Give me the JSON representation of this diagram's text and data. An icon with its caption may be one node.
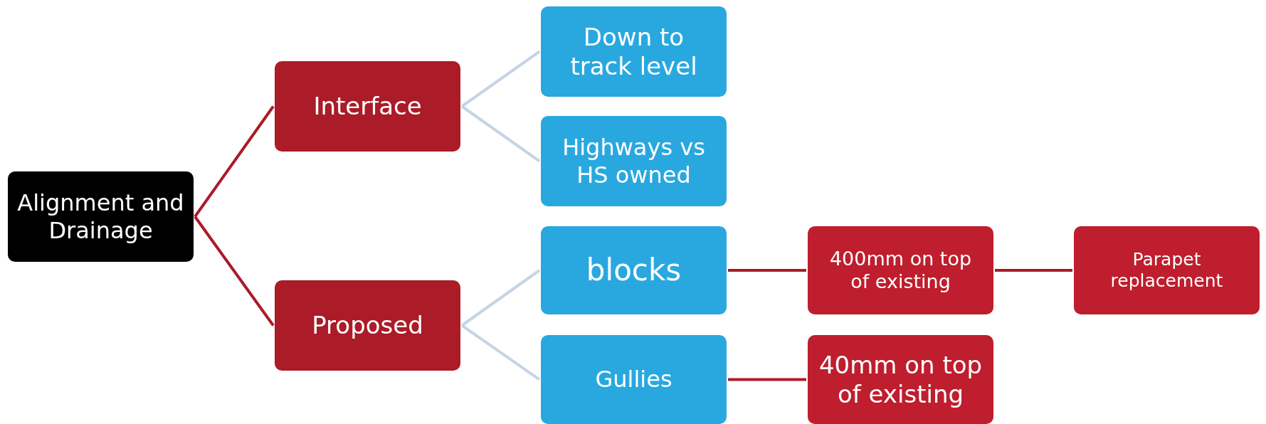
{
  "diagram": {
    "nodes": [
      {
        "text": [
          "Alignment and Drainage"
        ]
      },
      {
        "text": [
          "Interface"
        ]
      },
      {
        "text": [
          "Proposed"
        ]
      },
      {
        "text": [
          "Down to track level"
        ]
      },
      {
        "text": [
          "Highways vs HS owned"
        ]
      },
      {
        "text": [
          "blocks"
        ]
      },
      {
        "text": [
          "Gullies"
        ]
      },
      {
        "text": [
          "400mm on top of existing"
        ]
      },
      {
        "text": [
          "Parapet replacement"
        ]
      },
      {
        "text": [
          "40mm on top of existing"
        ]
      }
    ],
    "edges": [
      {
        "from": 0,
        "to": 1,
        "arrow": "none"
      },
      {
        "from": 0,
        "to": 2,
        "arrow": "none"
      },
      {
        "from": 1,
        "to": 3,
        "arrow": "none",
        "color": "#c5d5e5"
      },
      {
        "from": 1,
        "to": 4,
        "arrow": "none",
        "color": "#c5d5e5"
      },
      {
        "from": 2,
        "to": 5,
        "arrow": "none",
        "color": "#c5d5e5"
      },
      {
        "from": 2,
        "to": 6,
        "arrow": "none",
        "color": "#c5d5e5"
      },
      {
        "from": 5,
        "to": 7,
        "arrow": "none"
      },
      {
        "from": 7,
        "to": 8,
        "arrow": "none"
      },
      {
        "from": 6,
        "to": 9,
        "arrow": "none"
      }
    ]
  }
}
